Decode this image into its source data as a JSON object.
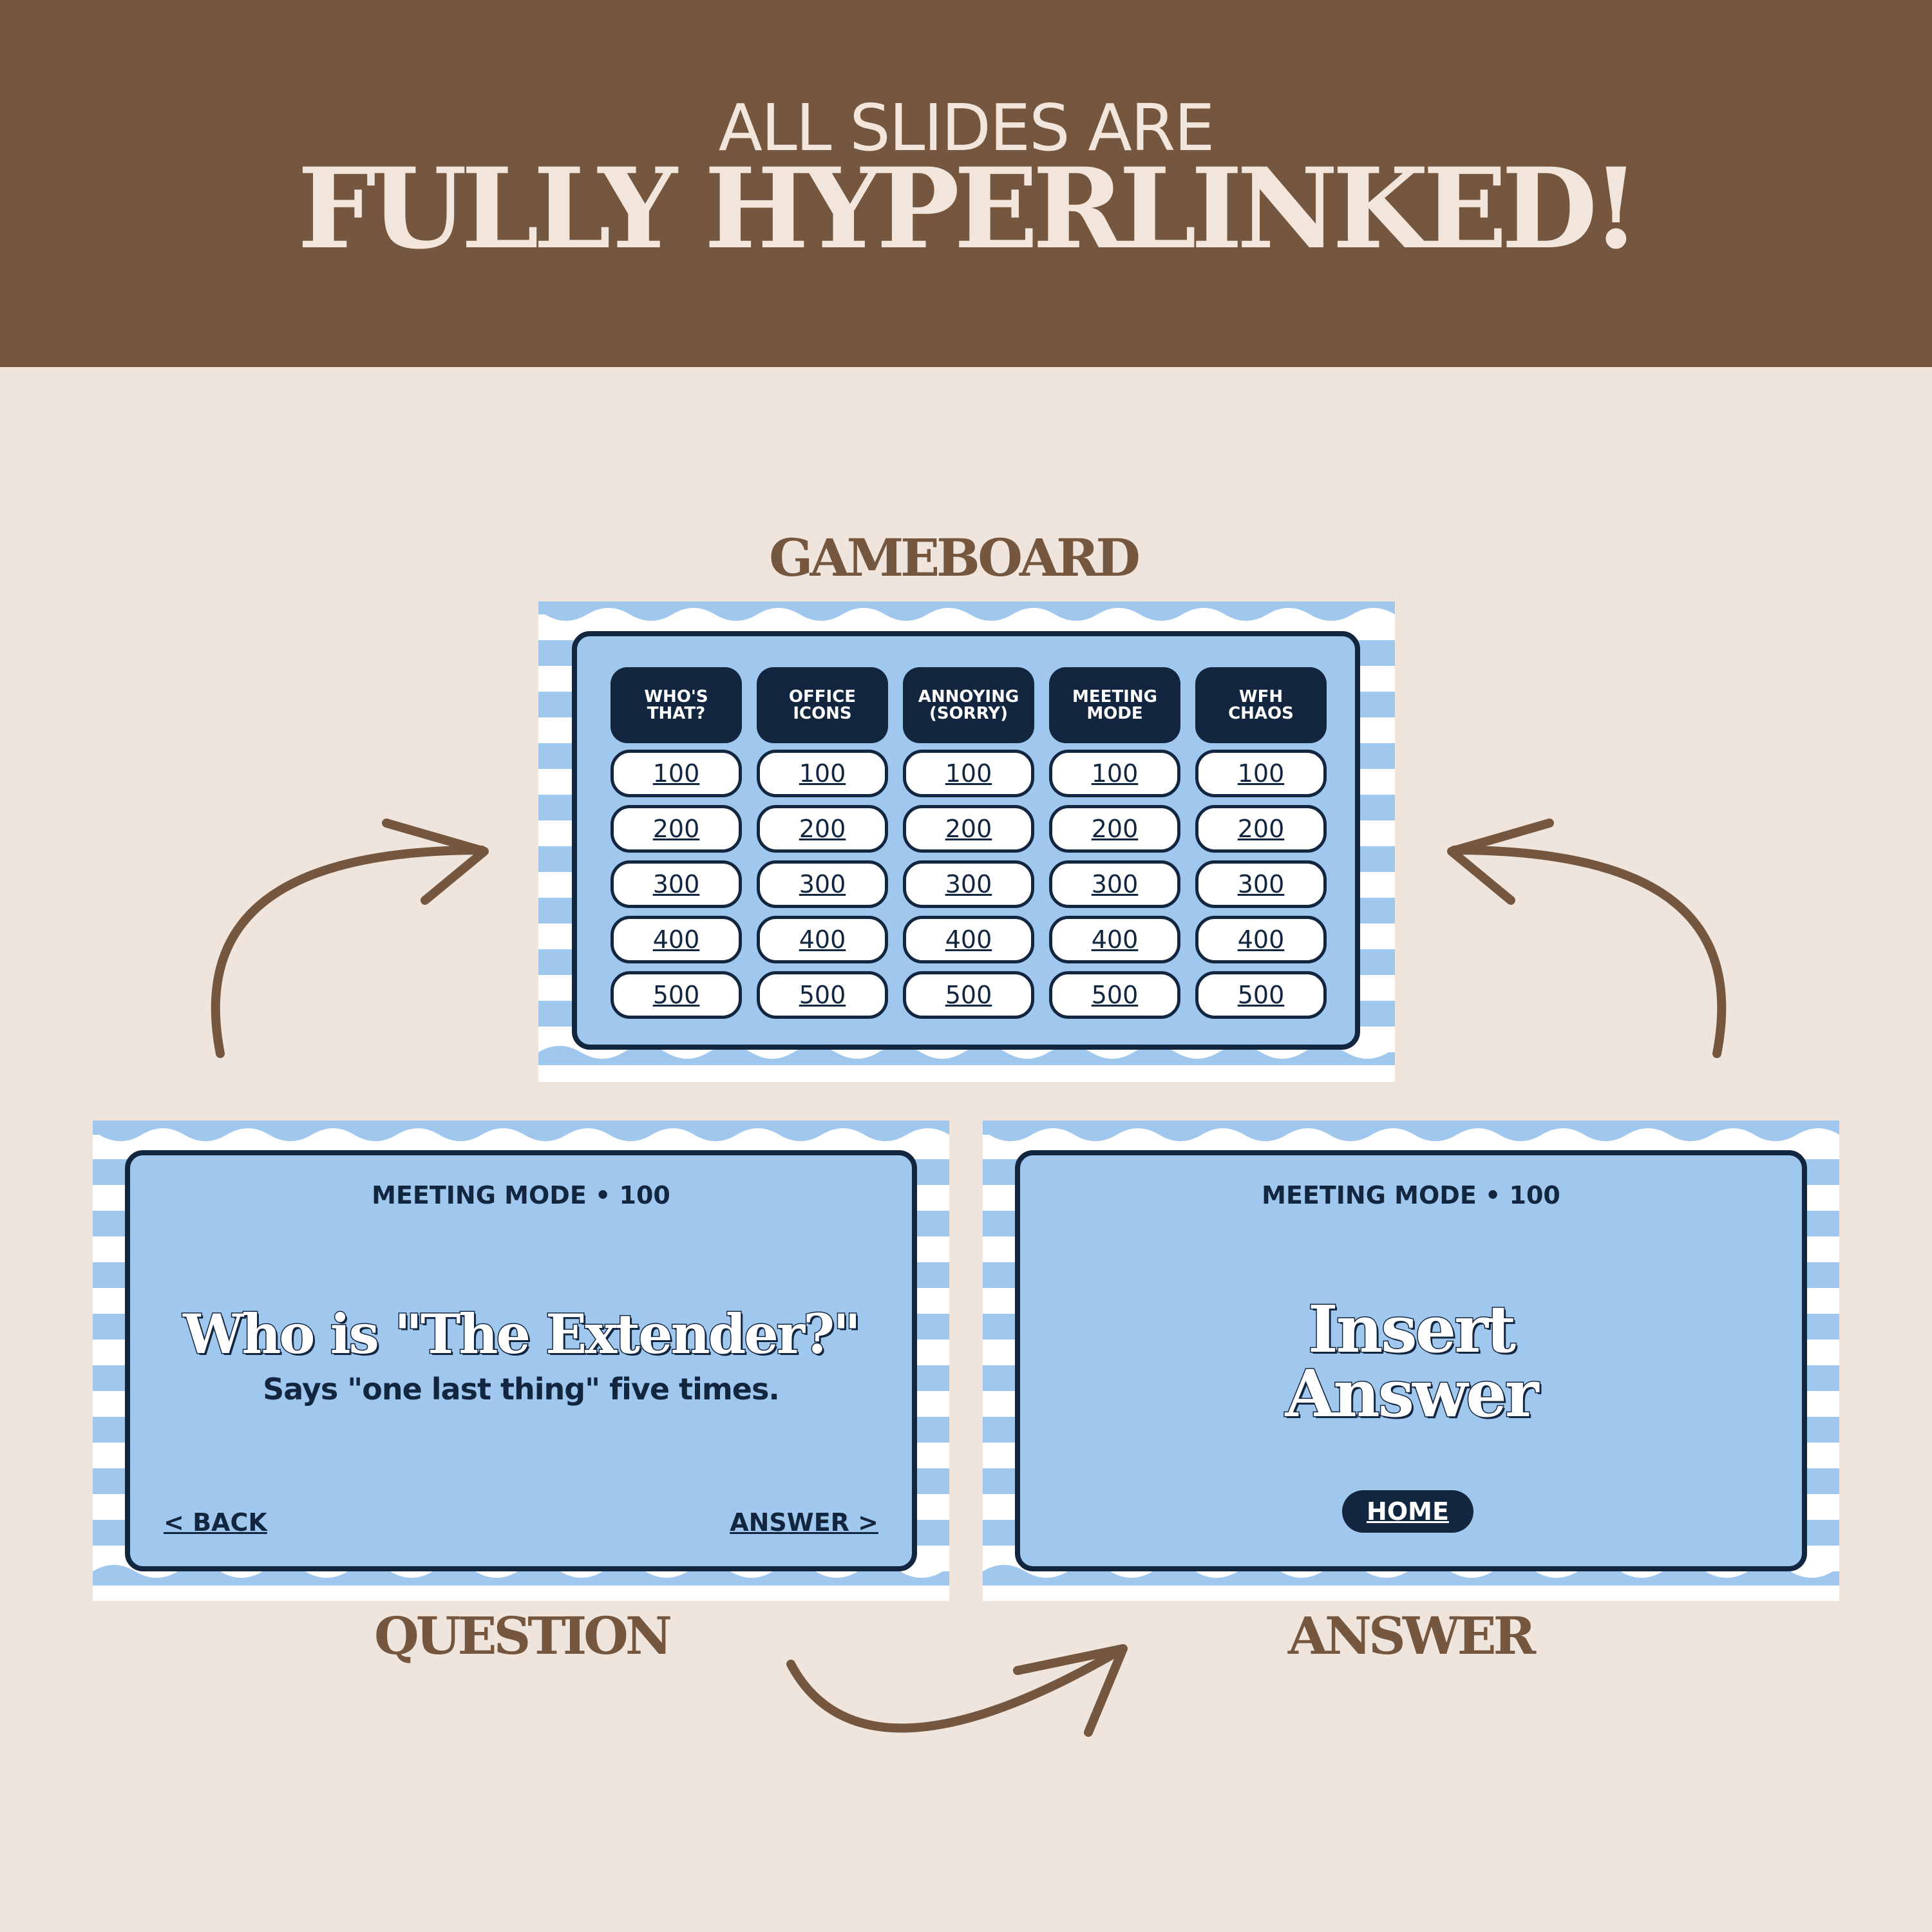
{
  "header": {
    "line1": "ALL SLIDES ARE",
    "line2": "FULLY HYPERLINKED!"
  },
  "labels": {
    "gameboard": "GAMEBOARD",
    "question": "QUESTION",
    "answer": "ANSWER"
  },
  "gameboard": {
    "categories": [
      "WHO'S\nTHAT?",
      "OFFICE\nICONS",
      "ANNOYING\n(SORRY)",
      "MEETING\nMODE",
      "WFH\nCHAOS"
    ],
    "points": [
      "100",
      "200",
      "300",
      "400",
      "500"
    ]
  },
  "question_slide": {
    "title": "MEETING MODE • 100",
    "question": "Who is \"The Extender?\"",
    "hint": "Says \"one last thing\" five times.",
    "back_link": "< BACK",
    "answer_link": "ANSWER >"
  },
  "answer_slide": {
    "title": "MEETING MODE • 100",
    "answer_line1": "Insert",
    "answer_line2": "Answer",
    "home_button": "HOME"
  },
  "colors": {
    "header_bg": "#75573f",
    "page_bg": "#efe5dc",
    "slide_blue": "#a0c8ef",
    "navy": "#13263f",
    "arrow": "#75573f"
  }
}
